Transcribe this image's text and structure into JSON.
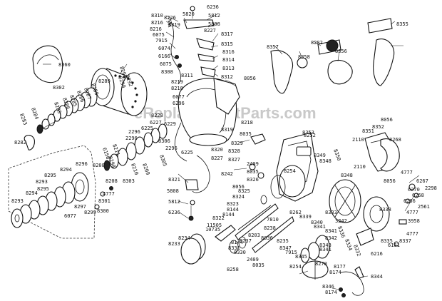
{
  "watermark": "eReplacementParts.com",
  "labels": [
    {
      "id": "l01",
      "text": "8310"
    },
    {
      "id": "l02",
      "text": "8216"
    },
    {
      "id": "l03",
      "text": "8216"
    },
    {
      "id": "l04",
      "text": "6075"
    },
    {
      "id": "l05",
      "text": "7915"
    },
    {
      "id": "l06",
      "text": "6074"
    },
    {
      "id": "l07",
      "text": "6166"
    },
    {
      "id": "l08",
      "text": "6075"
    },
    {
      "id": "l09",
      "text": "8226"
    },
    {
      "id": "l10",
      "text": "8319"
    },
    {
      "id": "l11",
      "text": "5820"
    },
    {
      "id": "l12",
      "text": "6236"
    },
    {
      "id": "l13",
      "text": "5812"
    },
    {
      "id": "l14",
      "text": "5808"
    },
    {
      "id": "l15",
      "text": "8227"
    },
    {
      "id": "l16",
      "text": "8317"
    },
    {
      "id": "l17",
      "text": "8315"
    },
    {
      "id": "l18",
      "text": "8316"
    },
    {
      "id": "l19",
      "text": "8314"
    },
    {
      "id": "l20",
      "text": "8313"
    },
    {
      "id": "l21",
      "text": "8312"
    },
    {
      "id": "l22",
      "text": "8311"
    },
    {
      "id": "l23",
      "text": "8219"
    },
    {
      "id": "l24",
      "text": "8218"
    },
    {
      "id": "l25",
      "text": "8308"
    },
    {
      "id": "l26",
      "text": "6077"
    },
    {
      "id": "l27",
      "text": "6296"
    },
    {
      "id": "l28",
      "text": "8056"
    },
    {
      "id": "l29",
      "text": "8360"
    },
    {
      "id": "l30",
      "text": "8297"
    },
    {
      "id": "l31",
      "text": "8292"
    },
    {
      "id": "l32",
      "text": "8299"
    },
    {
      "id": "l33",
      "text": "8289"
    },
    {
      "id": "l34",
      "text": "8302"
    },
    {
      "id": "l35",
      "text": "8288"
    },
    {
      "id": "l36",
      "text": "8287"
    },
    {
      "id": "l37",
      "text": "8286"
    },
    {
      "id": "l38",
      "text": "8285"
    },
    {
      "id": "l39",
      "text": "8286"
    },
    {
      "id": "l40",
      "text": "8285"
    },
    {
      "id": "l41",
      "text": "8284"
    },
    {
      "id": "l42",
      "text": "8283"
    },
    {
      "id": "l43",
      "text": "8282"
    },
    {
      "id": "l44",
      "text": "8228"
    },
    {
      "id": "l45",
      "text": "6227"
    },
    {
      "id": "l46",
      "text": "6229"
    },
    {
      "id": "l47",
      "text": "6225"
    },
    {
      "id": "l48",
      "text": "2296"
    },
    {
      "id": "l49",
      "text": "2296"
    },
    {
      "id": "l50",
      "text": "8306"
    },
    {
      "id": "l51",
      "text": "8319"
    },
    {
      "id": "l52",
      "text": "8218"
    },
    {
      "id": "l53",
      "text": "8320"
    },
    {
      "id": "l54",
      "text": "8227"
    },
    {
      "id": "l55",
      "text": "6225"
    },
    {
      "id": "l56",
      "text": "2296"
    },
    {
      "id": "l57",
      "text": "8305"
    },
    {
      "id": "l58",
      "text": "6156"
    },
    {
      "id": "l59",
      "text": "8298"
    },
    {
      "id": "l60",
      "text": "8208"
    },
    {
      "id": "l61",
      "text": "8210"
    },
    {
      "id": "l62",
      "text": "8211"
    },
    {
      "id": "l63",
      "text": "8209"
    },
    {
      "id": "l64",
      "text": "8296"
    },
    {
      "id": "l65",
      "text": "8294"
    },
    {
      "id": "l66",
      "text": "8295"
    },
    {
      "id": "l67",
      "text": "8293"
    },
    {
      "id": "l68",
      "text": "8295"
    },
    {
      "id": "l69",
      "text": "8294"
    },
    {
      "id": "l70",
      "text": "8293"
    },
    {
      "id": "l71",
      "text": "8208"
    },
    {
      "id": "l72",
      "text": "8303"
    },
    {
      "id": "l73",
      "text": "8301"
    },
    {
      "id": "l74",
      "text": "8300"
    },
    {
      "id": "l75",
      "text": "8297"
    },
    {
      "id": "l76",
      "text": "8299"
    },
    {
      "id": "l77",
      "text": "6077"
    },
    {
      "id": "l78",
      "text": "4777"
    },
    {
      "id": "l79",
      "text": "8321"
    },
    {
      "id": "l80",
      "text": "5808"
    },
    {
      "id": "l81",
      "text": "5812"
    },
    {
      "id": "l82",
      "text": "6236"
    },
    {
      "id": "l83",
      "text": "8357"
    },
    {
      "id": "l84",
      "text": "8282"
    },
    {
      "id": "l85",
      "text": "8358"
    },
    {
      "id": "l86",
      "text": "8356"
    },
    {
      "id": "l87",
      "text": "8355"
    },
    {
      "id": "l88",
      "text": "8035"
    },
    {
      "id": "l89",
      "text": "8329"
    },
    {
      "id": "l90",
      "text": "8328"
    },
    {
      "id": "l91",
      "text": "8327"
    },
    {
      "id": "l92",
      "text": "2409"
    },
    {
      "id": "l93",
      "text": "8035"
    },
    {
      "id": "l94",
      "text": "8242"
    },
    {
      "id": "l95",
      "text": "8326"
    },
    {
      "id": "l96",
      "text": "8056"
    },
    {
      "id": "l97",
      "text": "8325"
    },
    {
      "id": "l98",
      "text": "8324"
    },
    {
      "id": "l99",
      "text": "8323"
    },
    {
      "id": "l100",
      "text": "8353"
    },
    {
      "id": "l101",
      "text": "8252"
    },
    {
      "id": "l102",
      "text": "8254"
    },
    {
      "id": "l103",
      "text": "8349"
    },
    {
      "id": "l104",
      "text": "8348"
    },
    {
      "id": "l105",
      "text": "8350"
    },
    {
      "id": "l106",
      "text": "8348"
    },
    {
      "id": "l107",
      "text": "2110"
    },
    {
      "id": "l108",
      "text": "2110"
    },
    {
      "id": "l109",
      "text": "8056"
    },
    {
      "id": "l110",
      "text": "8351"
    },
    {
      "id": "l111",
      "text": "8352"
    },
    {
      "id": "l112",
      "text": "8268"
    },
    {
      "id": "l113",
      "text": "4777"
    },
    {
      "id": "l114",
      "text": "8056"
    },
    {
      "id": "l115",
      "text": "6270"
    },
    {
      "id": "l116",
      "text": "6267"
    },
    {
      "id": "l117",
      "text": "2298"
    },
    {
      "id": "l118",
      "text": "6268"
    },
    {
      "id": "l119",
      "text": "6266"
    },
    {
      "id": "l120",
      "text": "2561"
    },
    {
      "id": "l121",
      "text": "4777"
    },
    {
      "id": "l122",
      "text": "3958"
    },
    {
      "id": "l123",
      "text": "4777"
    },
    {
      "id": "l124",
      "text": "8337"
    },
    {
      "id": "l125",
      "text": "6161"
    },
    {
      "id": "l126",
      "text": "8335"
    },
    {
      "id": "l127",
      "text": "6216"
    },
    {
      "id": "l128",
      "text": "8332"
    },
    {
      "id": "l129",
      "text": "8334"
    },
    {
      "id": "l130",
      "text": "8333"
    },
    {
      "id": "l131",
      "text": "3242"
    },
    {
      "id": "l132",
      "text": "8336"
    },
    {
      "id": "l133",
      "text": "8338"
    },
    {
      "id": "l134",
      "text": "8144"
    },
    {
      "id": "l135",
      "text": "8144"
    },
    {
      "id": "l136",
      "text": "8322"
    },
    {
      "id": "l137",
      "text": "7810"
    },
    {
      "id": "l138",
      "text": "8262"
    },
    {
      "id": "l139",
      "text": "8339"
    },
    {
      "id": "l140",
      "text": "8340"
    },
    {
      "id": "l141",
      "text": "8341"
    },
    {
      "id": "l142",
      "text": "8341"
    },
    {
      "id": "l143",
      "text": "8342"
    },
    {
      "id": "l144",
      "text": "8343"
    },
    {
      "id": "l145",
      "text": "8341"
    },
    {
      "id": "l146",
      "text": "11505"
    },
    {
      "id": "l147",
      "text": "10735"
    },
    {
      "id": "l148",
      "text": "8234"
    },
    {
      "id": "l149",
      "text": "8233"
    },
    {
      "id": "l150",
      "text": "8238"
    },
    {
      "id": "l151",
      "text": "8203"
    },
    {
      "id": "l152",
      "text": "8237"
    },
    {
      "id": "l153",
      "text": "8036"
    },
    {
      "id": "l154",
      "text": "8235"
    },
    {
      "id": "l155",
      "text": "8330"
    },
    {
      "id": "l156",
      "text": "8331"
    },
    {
      "id": "l157",
      "text": "8144"
    },
    {
      "id": "l158",
      "text": "8258"
    },
    {
      "id": "l159",
      "text": "2409"
    },
    {
      "id": "l160",
      "text": "8035"
    },
    {
      "id": "l161",
      "text": "7915"
    },
    {
      "id": "l162",
      "text": "8345"
    },
    {
      "id": "l163",
      "text": "8347"
    },
    {
      "id": "l164",
      "text": "8254"
    },
    {
      "id": "l165",
      "text": "8278"
    },
    {
      "id": "l166",
      "text": "8177"
    },
    {
      "id": "l167",
      "text": "8174"
    },
    {
      "id": "l168",
      "text": "8344"
    },
    {
      "id": "l169",
      "text": "8346"
    },
    {
      "id": "l170",
      "text": "8174"
    }
  ]
}
